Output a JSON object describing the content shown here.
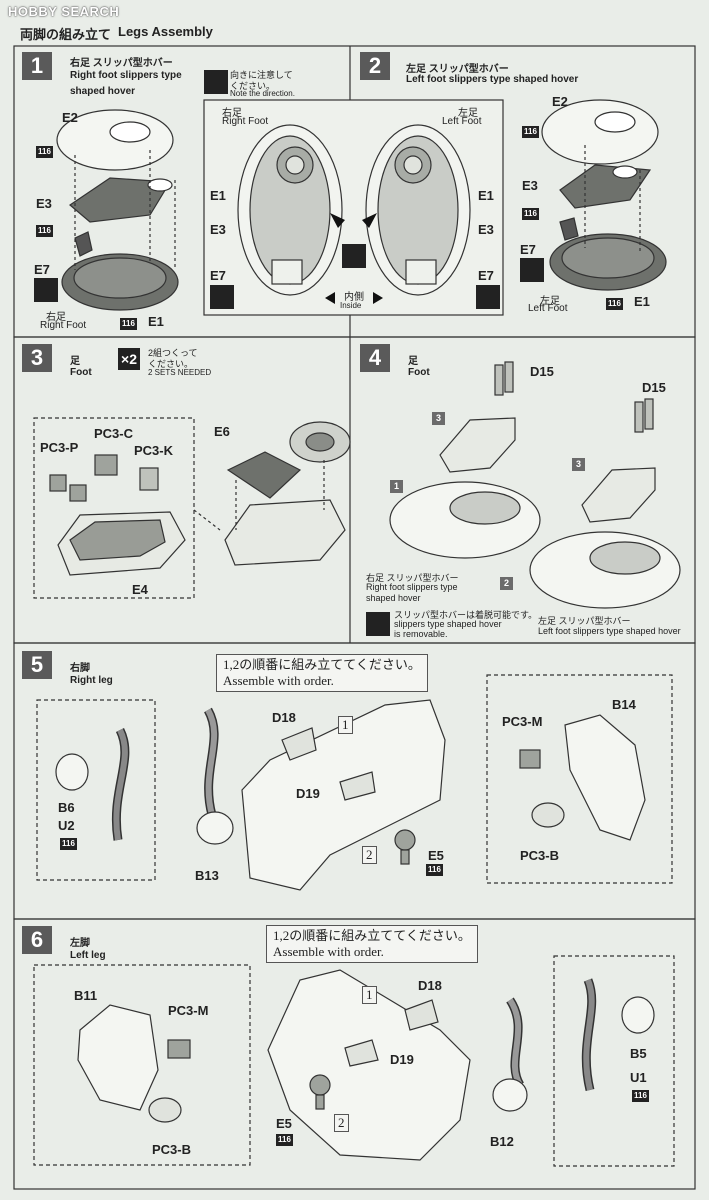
{
  "watermark": "HOBBY SEARCH",
  "heading": {
    "jp": "両脚の組み立て",
    "en": "Legs Assembly"
  },
  "badge_code": "116",
  "step1": {
    "number": "1",
    "title_jp": "右足 スリッパ型ホバー",
    "title_en": "Right foot slippers type",
    "title_en2": "shaped hover",
    "note_jp": "向きに注意して",
    "note_jp2": "ください。",
    "note_en": "Note the direction.",
    "foot_jp": "右足",
    "foot_en": "Right Foot",
    "parts": [
      "E2",
      "E3",
      "E7",
      "E1"
    ]
  },
  "center": {
    "right_jp": "右足",
    "right_en": "Right Foot",
    "left_jp": "左足",
    "left_en": "Left Foot",
    "inside_jp": "内側",
    "inside_en": "Inside",
    "e1": "E1",
    "e3": "E3",
    "e7": "E7"
  },
  "step2": {
    "number": "2",
    "title_jp": "左足 スリッパ型ホバー",
    "title_en": "Left foot slippers type shaped hover",
    "foot_jp": "左足",
    "foot_en": "Left Foot",
    "parts": [
      "E2",
      "E3",
      "E7",
      "E1"
    ]
  },
  "step3": {
    "number": "3",
    "title_jp": "足",
    "title_en": "Foot",
    "mult": "×2",
    "sets_jp": "2組つくって",
    "sets_jp2": "ください。",
    "sets_en": "2 SETS NEEDED",
    "parts": [
      "PC3-P",
      "PC3-C",
      "PC3-K",
      "E4",
      "E6"
    ]
  },
  "step4": {
    "number": "4",
    "title_jp": "足",
    "title_en": "Foot",
    "d15": "D15",
    "right_jp": "右足 スリッパ型ホバー",
    "right_en": "Right foot slippers type",
    "right_en2": "shaped hover",
    "rem_jp": "スリッパ型ホバーは着脱可能です。",
    "rem_en": "slippers type shaped hover",
    "rem_en2": "is removable.",
    "left_jp": "左足 スリッパ型ホバー",
    "left_en": "Left foot slippers type shaped hover",
    "sub": [
      "1",
      "2",
      "3"
    ]
  },
  "step5": {
    "number": "5",
    "title_jp": "右脚",
    "title_en": "Right leg",
    "order_jp": "1,2の順番に組み立ててください。",
    "order_en": "Assemble with order.",
    "parts": {
      "d18": "D18",
      "d19": "D19",
      "b6": "B6",
      "u2": "U2",
      "b13": "B13",
      "e5": "E5",
      "pc3m": "PC3-M",
      "b14": "B14",
      "pc3b": "PC3-B"
    },
    "o1": "1",
    "o2": "2"
  },
  "step6": {
    "number": "6",
    "title_jp": "左脚",
    "title_en": "Left leg",
    "order_jp": "1,2の順番に組み立ててください。",
    "order_en": "Assemble with order.",
    "parts": {
      "b11": "B11",
      "pc3m": "PC3-M",
      "pc3b": "PC3-B",
      "d18": "D18",
      "d19": "D19",
      "e5": "E5",
      "b12": "B12",
      "b5": "B5",
      "u1": "U1"
    },
    "o1": "1",
    "o2": "2"
  }
}
